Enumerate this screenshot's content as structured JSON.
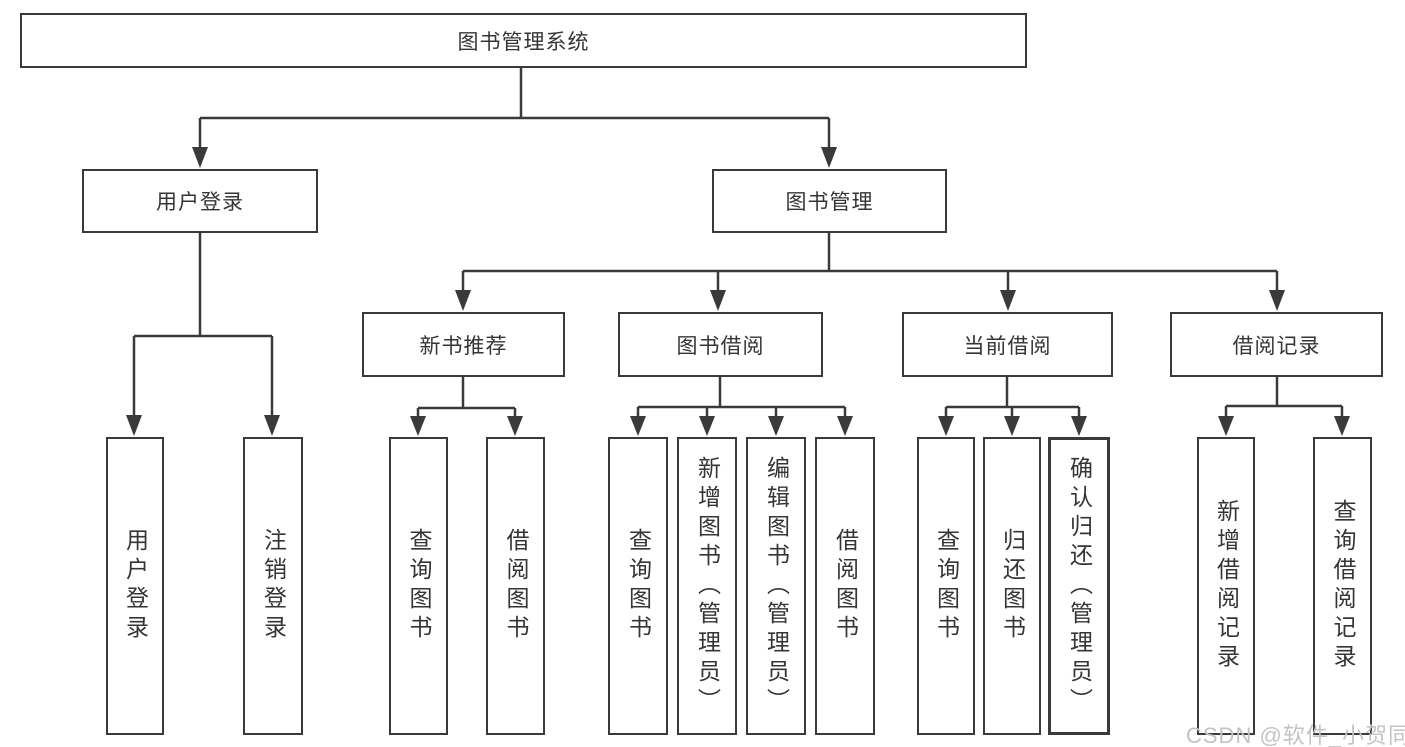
{
  "diagram": {
    "type": "hierarchy-tree",
    "colors": {
      "line": "#3a3a3a",
      "box_border": "#3a3a3a",
      "box_bg": "#ffffff",
      "text": "#353535",
      "watermark": "#c3c3c3"
    },
    "nodes": {
      "root": {
        "label": "图书管理系统"
      },
      "level2": [
        {
          "label": "用户登录"
        },
        {
          "label": "图书管理"
        }
      ],
      "level3": [
        {
          "label": "新书推荐",
          "parent": "图书管理"
        },
        {
          "label": "图书借阅",
          "parent": "图书管理"
        },
        {
          "label": "当前借阅",
          "parent": "图书管理"
        },
        {
          "label": "借阅记录",
          "parent": "图书管理"
        }
      ],
      "leaves": [
        {
          "label": "用户登录",
          "parent": "用户登录"
        },
        {
          "label": "注销登录",
          "parent": "用户登录"
        },
        {
          "label": "查询图书",
          "parent": "新书推荐"
        },
        {
          "label": "借阅图书",
          "parent": "新书推荐"
        },
        {
          "label": "查询图书",
          "parent": "图书借阅"
        },
        {
          "label": "新增图书（管理员）",
          "parent": "图书借阅"
        },
        {
          "label": "编辑图书（管理员）",
          "parent": "图书借阅"
        },
        {
          "label": "借阅图书",
          "parent": "图书借阅"
        },
        {
          "label": "查询图书",
          "parent": "当前借阅"
        },
        {
          "label": "归还图书",
          "parent": "当前借阅"
        },
        {
          "label": "确认归还（管理员）",
          "parent": "当前借阅"
        },
        {
          "label": "新增借阅记录",
          "parent": "借阅记录"
        },
        {
          "label": "查询借阅记录",
          "parent": "借阅记录"
        }
      ]
    },
    "hierarchy": {
      "图书管理系统": {
        "用户登录": [
          "用户登录",
          "注销登录"
        ],
        "图书管理": {
          "新书推荐": [
            "查询图书",
            "借阅图书"
          ],
          "图书借阅": [
            "查询图书",
            "新增图书（管理员）",
            "编辑图书（管理员）",
            "借阅图书"
          ],
          "当前借阅": [
            "查询图书",
            "归还图书",
            "确认归还（管理员）"
          ],
          "借阅记录": [
            "新增借阅记录",
            "查询借阅记录"
          ]
        }
      }
    },
    "watermark": "CSDN @软件_小贺同学"
  }
}
